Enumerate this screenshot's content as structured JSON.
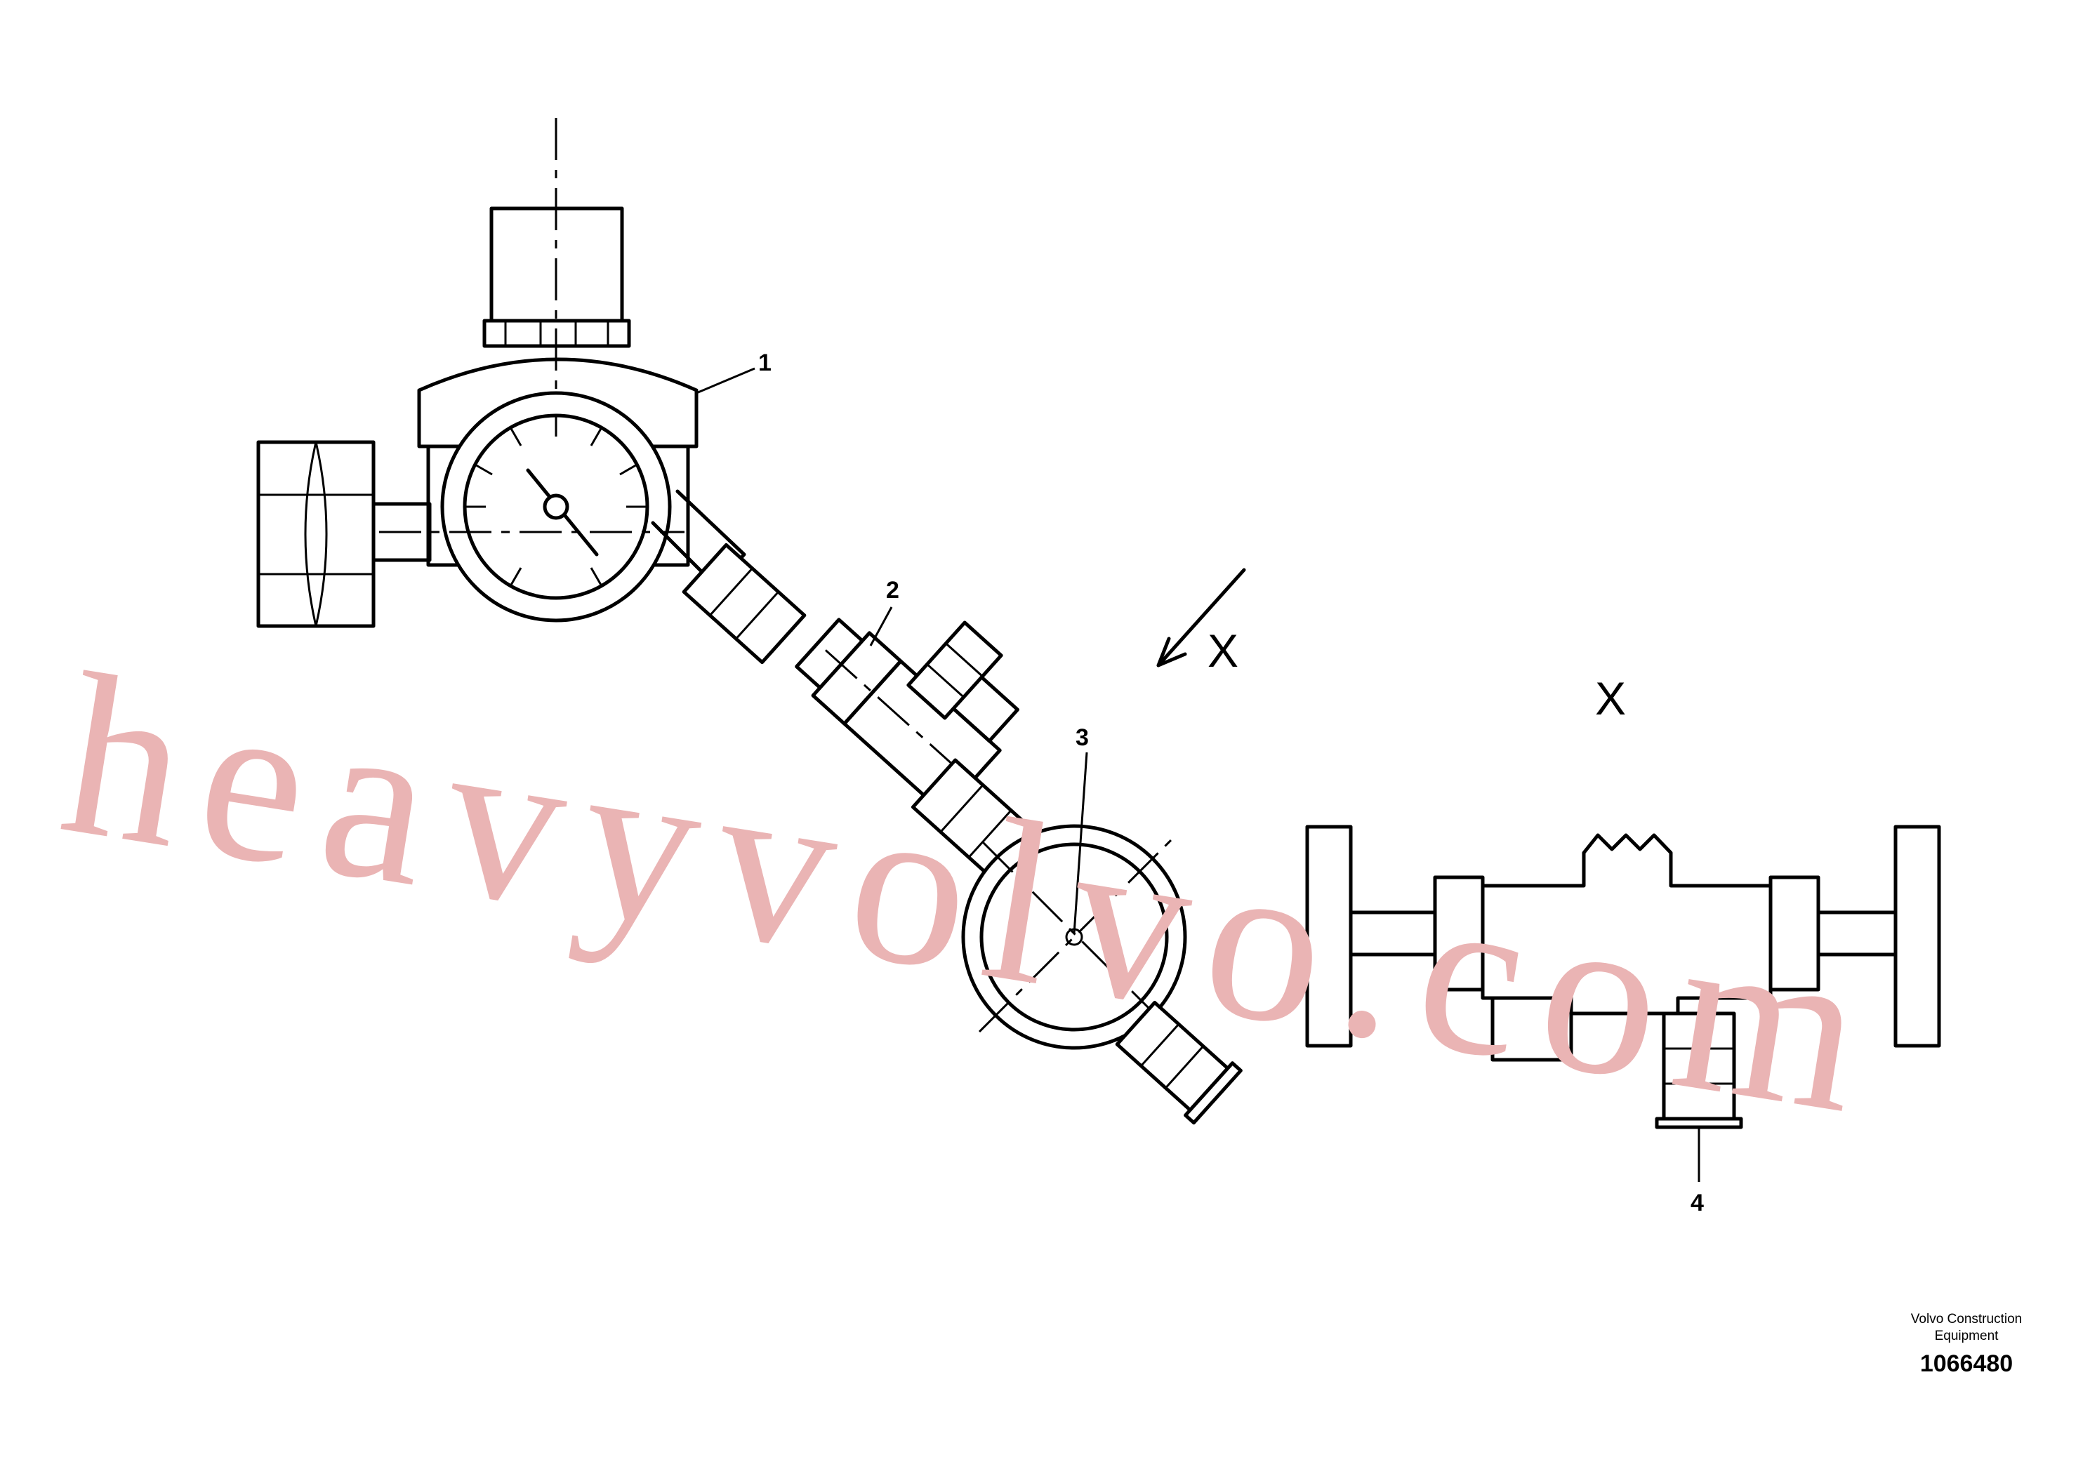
{
  "drawing": {
    "callouts": [
      "1",
      "2",
      "3",
      "4"
    ],
    "view_label": "X",
    "view_label_detail": "X",
    "watermark": "heavyvolvo.com"
  },
  "title_block": {
    "company_line1": "Volvo Construction",
    "company_line2": "Equipment",
    "doc_number": "1066480"
  }
}
